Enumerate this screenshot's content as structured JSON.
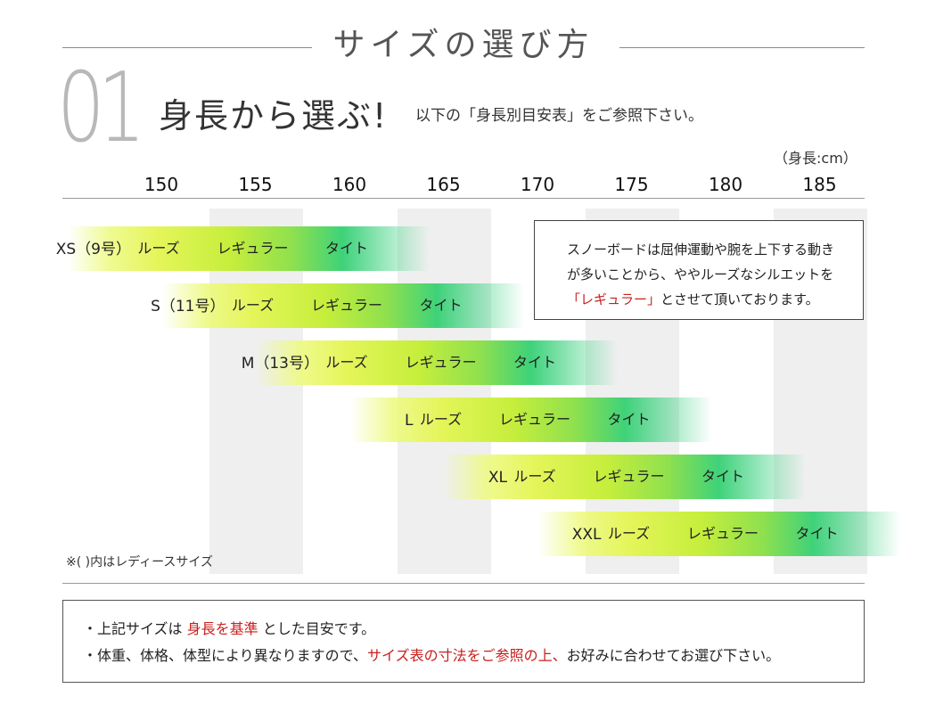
{
  "header": {
    "title": "サイズの選び方",
    "section_number": "01",
    "subtitle": "身長から選ぶ!",
    "note": "以下の「身長別目安表」をご参照下さい。"
  },
  "chart_data": {
    "type": "table",
    "unit_label": "（身長:cm）",
    "x_ticks": [
      150,
      155,
      160,
      165,
      170,
      175,
      180,
      185
    ],
    "fit_labels": [
      "ルーズ",
      "レギュラー",
      "タイト"
    ],
    "sizes": [
      {
        "label": "XS（9号）",
        "loose": 150,
        "regular": 155,
        "tight": 160
      },
      {
        "label": "S（11号）",
        "loose": 155,
        "regular": 160,
        "tight": 165
      },
      {
        "label": "M（13号）",
        "loose": 160,
        "regular": 165,
        "tight": 170
      },
      {
        "label": "L",
        "loose": 165,
        "regular": 170,
        "tight": 175
      },
      {
        "label": "XL",
        "loose": 170,
        "regular": 175,
        "tight": 180
      },
      {
        "label": "XXL",
        "loose": 175,
        "regular": 180,
        "tight": 185
      }
    ]
  },
  "info_box": {
    "line1": "スノーボードは屈伸運動や腕を上下する動き",
    "line2": "が多いことから、ややルーズなシルエットを",
    "line3_red": "「レギュラー」",
    "line3_rest": "とさせて頂いております。"
  },
  "footnote": "※(  )内はレディースサイズ",
  "bottom_notes": {
    "l1_a": "・上記サイズは ",
    "l1_red": "身長を基準",
    "l1_b": " とした目安です。",
    "l2_a": "・体重、体格、体型により異なりますので、",
    "l2_red": "サイズ表の寸法をご参照の上、",
    "l2_b": "お好みに合わせてお選び下さい。"
  }
}
